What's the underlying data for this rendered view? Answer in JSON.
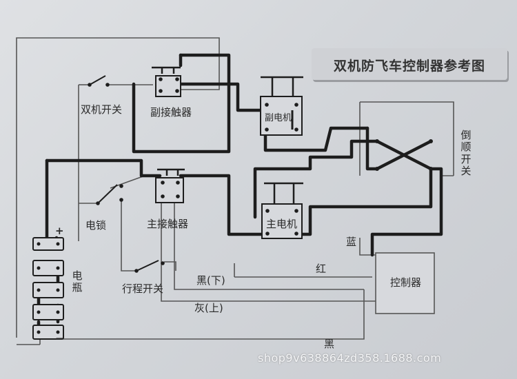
{
  "title": "双机防飞车控制器参考图",
  "labels": {
    "dual_switch": "双机开关",
    "aux_contactor": "副接触器",
    "aux_motor": "副电机",
    "reverse_switch": "倒顺开关",
    "power_lock": "电锁",
    "main_contactor": "主接触器",
    "main_motor": "主电机",
    "battery": "电瓶",
    "travel_switch": "行程开关",
    "controller": "控制器",
    "wire_blue": "蓝",
    "wire_red": "红",
    "wire_black_down": "黑(下)",
    "wire_grey_up": "灰(上)",
    "wire_black": "黑",
    "battery_plus": "+",
    "battery_minus": "−"
  },
  "watermark": "shop9v638864zd358.1688.com",
  "colors": {
    "wire_dark": "#1d1d1d",
    "wire_thin": "#555555",
    "paper": "#d8dade"
  }
}
